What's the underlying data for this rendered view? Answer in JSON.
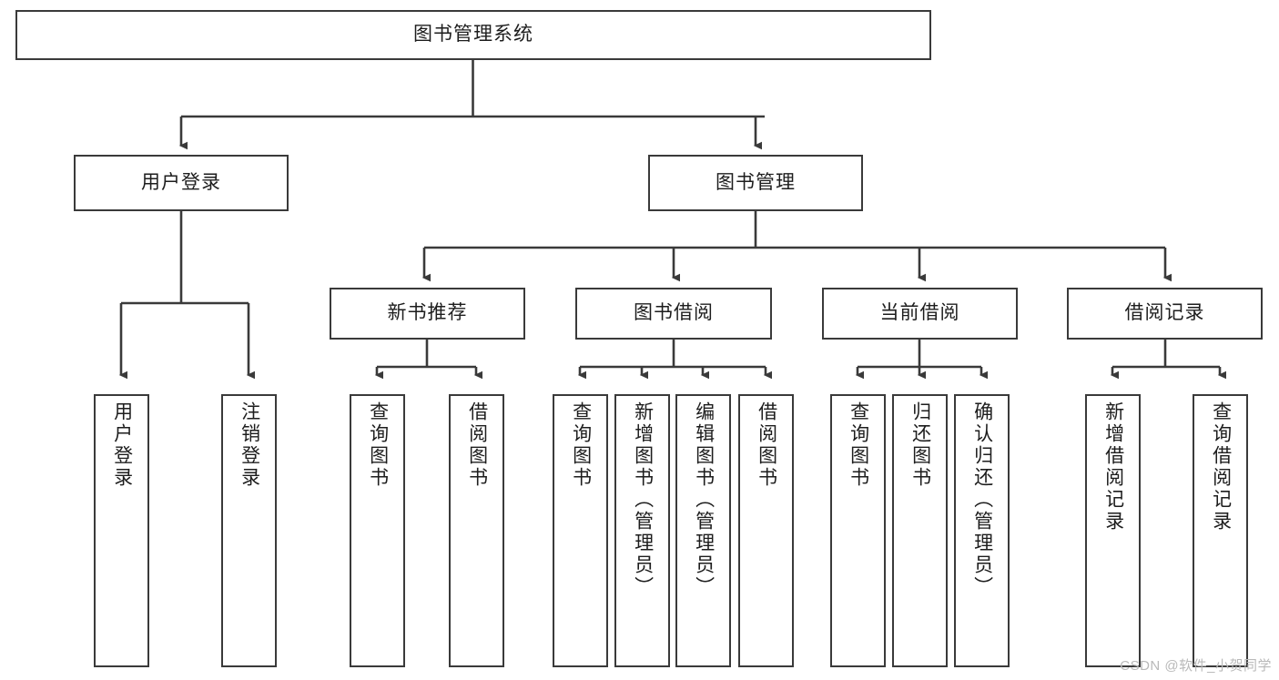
{
  "diagram": {
    "title": "图书管理系统",
    "type": "tree",
    "watermark": "CSDN @软件_小贺同学",
    "colors": {
      "stroke": "#3a3a3a",
      "fill": "#ffffff",
      "text": "#1d1d1d",
      "watermark": "#b9b9b9"
    },
    "levels": {
      "root": {
        "label": "图书管理系统"
      },
      "level2": [
        {
          "label": "用户登录"
        },
        {
          "label": "图书管理"
        }
      ],
      "level3": [
        {
          "label": "新书推荐"
        },
        {
          "label": "图书借阅"
        },
        {
          "label": "当前借阅"
        },
        {
          "label": "借阅记录"
        }
      ],
      "leaves": {
        "user_login": [
          {
            "label": "用户登录"
          },
          {
            "label": "注销登录"
          }
        ],
        "new_book_recommend": [
          {
            "label": "查询图书"
          },
          {
            "label": "借阅图书"
          }
        ],
        "book_borrow": [
          {
            "label": "查询图书"
          },
          {
            "label": "新增图书（管理员）"
          },
          {
            "label": "编辑图书（管理员）"
          },
          {
            "label": "借阅图书"
          }
        ],
        "current_borrow": [
          {
            "label": "查询图书"
          },
          {
            "label": "归还图书"
          },
          {
            "label": "确认归还（管理员）"
          }
        ],
        "borrow_record": [
          {
            "label": "新增借阅记录"
          },
          {
            "label": "查询借阅记录"
          }
        ]
      }
    }
  }
}
